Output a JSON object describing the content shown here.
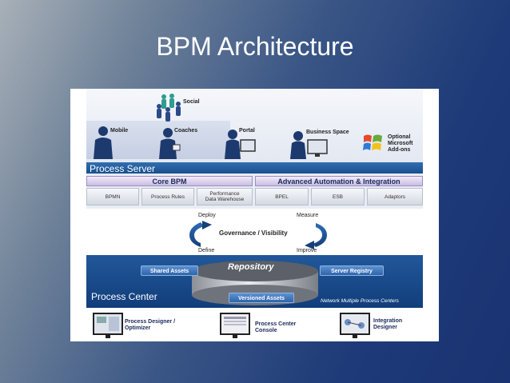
{
  "slide": {
    "title": "BPM Architecture"
  },
  "users": {
    "social": "Social",
    "mobile": "Mobile",
    "coaches": "Coaches",
    "portal": "Portal",
    "business_space": "Business Space",
    "optional_addons_1": "Optional",
    "optional_addons_2": "Microsoft",
    "optional_addons_3": "Add-ons"
  },
  "process_server": {
    "title": "Process Server",
    "core_bpm": "Core BPM",
    "advanced": "Advanced  Automation & Integration",
    "components": [
      "BPMN",
      "Process Rules",
      "Performance",
      "Data Warehouse",
      "BPEL",
      "ESB",
      "Adaptors"
    ]
  },
  "governance": {
    "deploy": "Deploy",
    "measure": "Measure",
    "center": "Governance / Visibility",
    "define": "Define",
    "improve": "Improve"
  },
  "process_center": {
    "title": "Process Center",
    "shared_assets": "Shared Assets",
    "repository": "Repository",
    "server_registry": "Server Registry",
    "versioned_assets": "Versioned Assets",
    "network": "Network Multiple Process Centers"
  },
  "tools": {
    "designer_1": "Process Designer /",
    "designer_2": "Optimizer",
    "console_1": "Process Center",
    "console_2": "Console",
    "integration_1": "Integration",
    "integration_2": "Designer"
  },
  "colors": {
    "band_blue": "#1b4f8f",
    "purple_pill": "#c9bde3",
    "center_blue": "#123d7b"
  }
}
